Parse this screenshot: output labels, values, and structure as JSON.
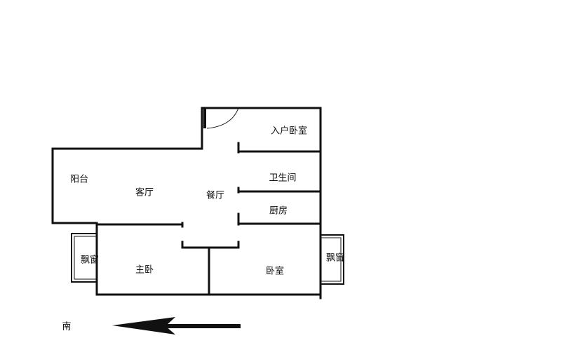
{
  "rooms": {
    "balcony": "阳台",
    "living_room": "客厅",
    "dining_room": "餐厅",
    "entry_bedroom": "入户卧室",
    "bathroom": "卫生间",
    "kitchen": "厨房",
    "bay_window_left": "飘窗",
    "master_bedroom": "主卧",
    "bedroom": "卧室",
    "bay_window_right": "飘窗"
  },
  "compass": {
    "direction_label": "南",
    "arrow_icon": "arrow-left"
  },
  "colors": {
    "wall": "#111111",
    "background": "#ffffff"
  }
}
